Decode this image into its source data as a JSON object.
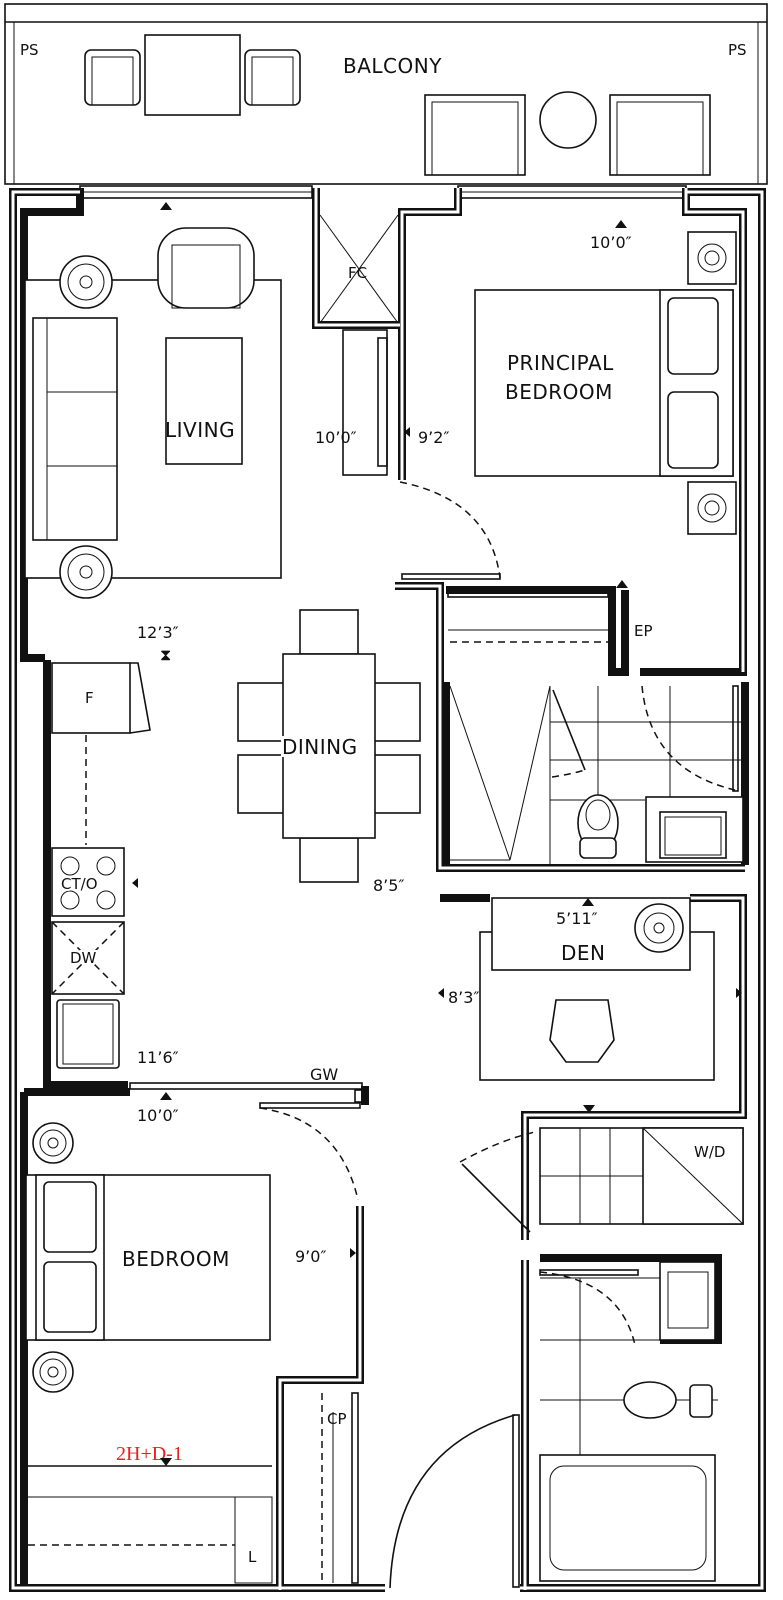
{
  "plan": {
    "unit_code": "2H+D-1",
    "unit_code_color": "#e8201e",
    "balcony": {
      "label": "BALCONY",
      "ps_left": "PS",
      "ps_right": "PS"
    },
    "living": {
      "label": "LIVING",
      "dim_width": "10’0″",
      "dim_length": "12’3″"
    },
    "closet_fc": "FC",
    "principal_bedroom": {
      "label_line1": "PRINCIPAL",
      "label_line2": "BEDROOM",
      "dim_width": "10’0″",
      "dim_length": "9’2″"
    },
    "ensuite_ep": "EP",
    "dining": {
      "label": "DINING",
      "dim": "8’5″"
    },
    "kitchen": {
      "fridge": "F",
      "cooktop": "CT/O",
      "dishwasher": "DW",
      "dim": "11’6″"
    },
    "den": {
      "label": "DEN",
      "dim_depth": "5’11″",
      "dim_width": "8’3″"
    },
    "gw": "GW",
    "laundry": "W/D",
    "bedroom": {
      "label": "BEDROOM",
      "dim_width": "10’0″",
      "dim_length": "9’0″"
    },
    "coat_closet": "CP",
    "linen": "L"
  }
}
